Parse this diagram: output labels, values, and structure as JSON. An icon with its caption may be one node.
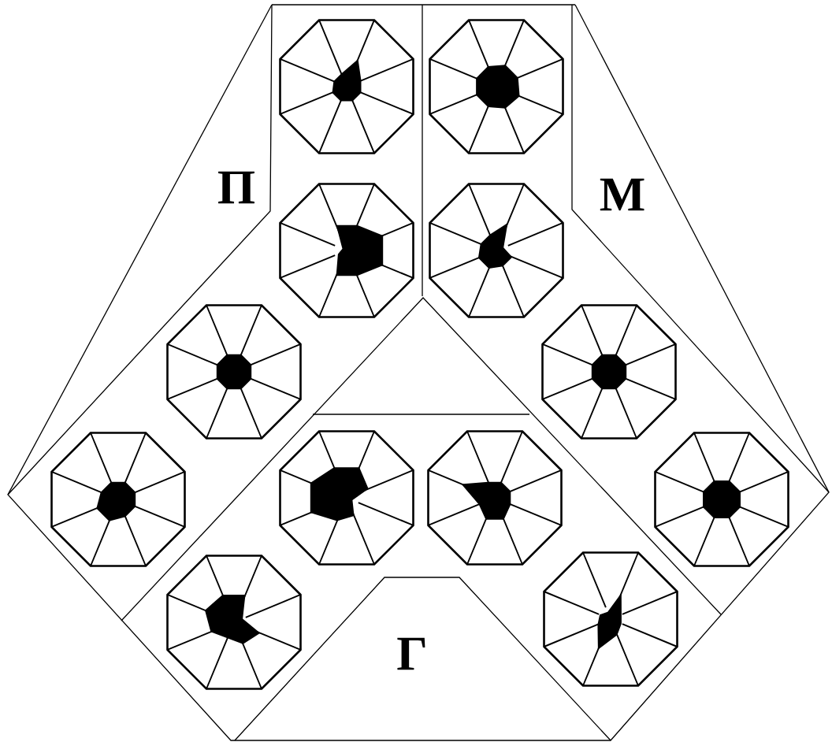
{
  "diagram": {
    "labels": [
      "П",
      "М",
      "Г"
    ]
  }
}
